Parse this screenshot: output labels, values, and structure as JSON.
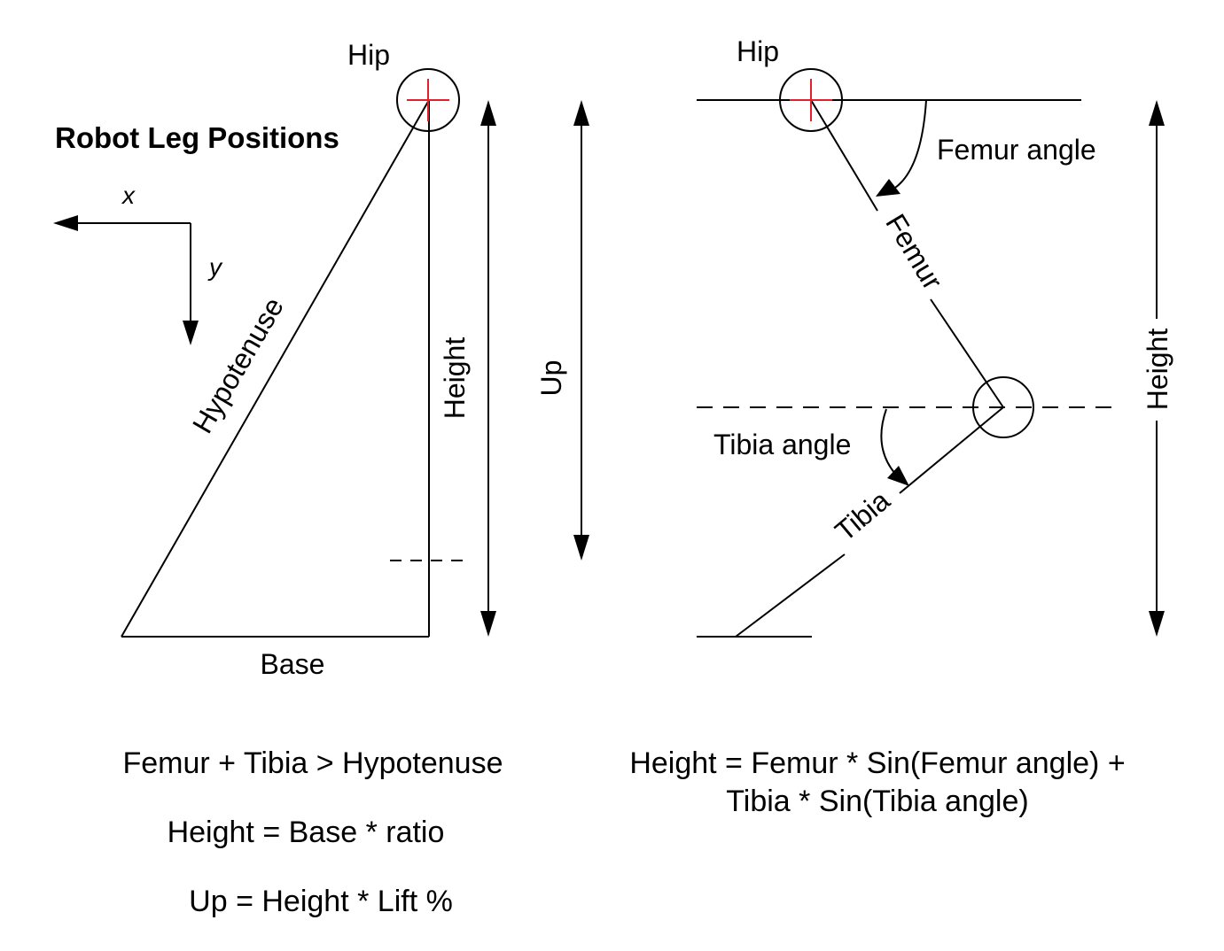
{
  "title": "Robot Leg Positions",
  "axes": {
    "x_label": "x",
    "y_label": "y"
  },
  "left_diagram": {
    "hip_label": "Hip",
    "hypotenuse_label": "Hypotenuse",
    "height_label": "Height",
    "base_label": "Base",
    "up_label": "Up"
  },
  "right_diagram": {
    "hip_label": "Hip",
    "femur_angle_label": "Femur angle",
    "femur_label": "Femur",
    "tibia_angle_label": "Tibia angle",
    "tibia_label": "Tibia",
    "height_label": "Height"
  },
  "equations": {
    "left": [
      "Femur + Tibia > Hypotenuse",
      "Height = Base * ratio",
      "Up = Height * Lift %"
    ],
    "right": [
      "Height = Femur * Sin(Femur angle) +",
      "Tibia * Sin(Tibia angle)"
    ]
  },
  "colors": {
    "line": "#000000",
    "hip_marker": "#e0202a"
  }
}
